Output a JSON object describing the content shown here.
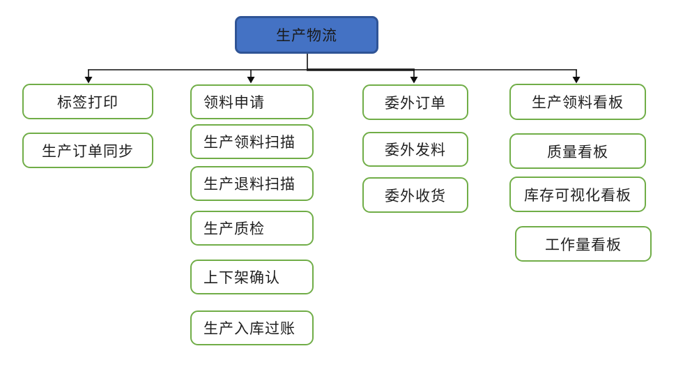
{
  "diagram": {
    "title_node": {
      "label": "生产物流"
    },
    "columns": [
      {
        "name": "column-1",
        "items": [
          "标签打印",
          "生产订单同步"
        ]
      },
      {
        "name": "column-2",
        "items": [
          "领料申请",
          "生产领料扫描",
          "生产退料扫描",
          "生产质检",
          "上下架确认",
          "生产入库过账"
        ]
      },
      {
        "name": "column-3",
        "items": [
          "委外订单",
          "委外发料",
          "委外收货"
        ]
      },
      {
        "name": "column-4",
        "items": [
          "生产领料看板",
          "质量看板",
          "库存可视化看板",
          "工作量看板"
        ]
      }
    ],
    "colors": {
      "root_fill": "#4472C4",
      "root_border": "#2F5496",
      "branch_border": "#70AD47",
      "branch_fill": "#FFFFFF",
      "connector": "#000000",
      "text": "#1F1F1F"
    }
  }
}
